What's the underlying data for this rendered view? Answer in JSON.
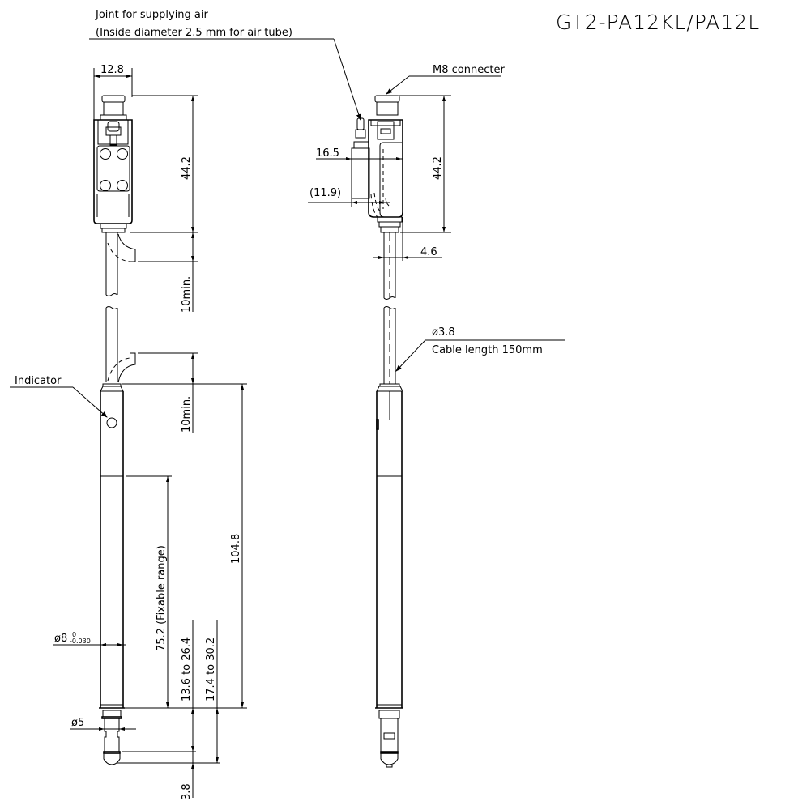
{
  "title": "GT2-PA12KL/PA12L",
  "annotations": {
    "air_joint_line1": "Joint for supplying air",
    "air_joint_line2": "(Inside diameter 2.5 mm for air tube)",
    "m8_connector": "M8 connecter",
    "cable_diameter": "ø3.8",
    "cable_length": "Cable length 150mm",
    "indicator": "Indicator"
  },
  "front_view": {
    "width": "12.8",
    "connector_height": "44.2",
    "bend_min_top": "10min.",
    "bend_min_bottom": "10min.",
    "body_length": "104.8",
    "fixable_range": "75.2 (Fixable range)",
    "range_a": "13.6 to 26.4",
    "range_b": "17.4 to 30.2",
    "body_diameter": "ø8",
    "body_diameter_tol_upper": "0",
    "body_diameter_tol_lower": "-0.030",
    "tip_diameter": "ø5",
    "tip_length": "3.8"
  },
  "side_view": {
    "joint_offset": "16.5",
    "joint_offset_ref": "(11.9)",
    "connector_height": "44.2",
    "cable_offset": "4.6"
  }
}
